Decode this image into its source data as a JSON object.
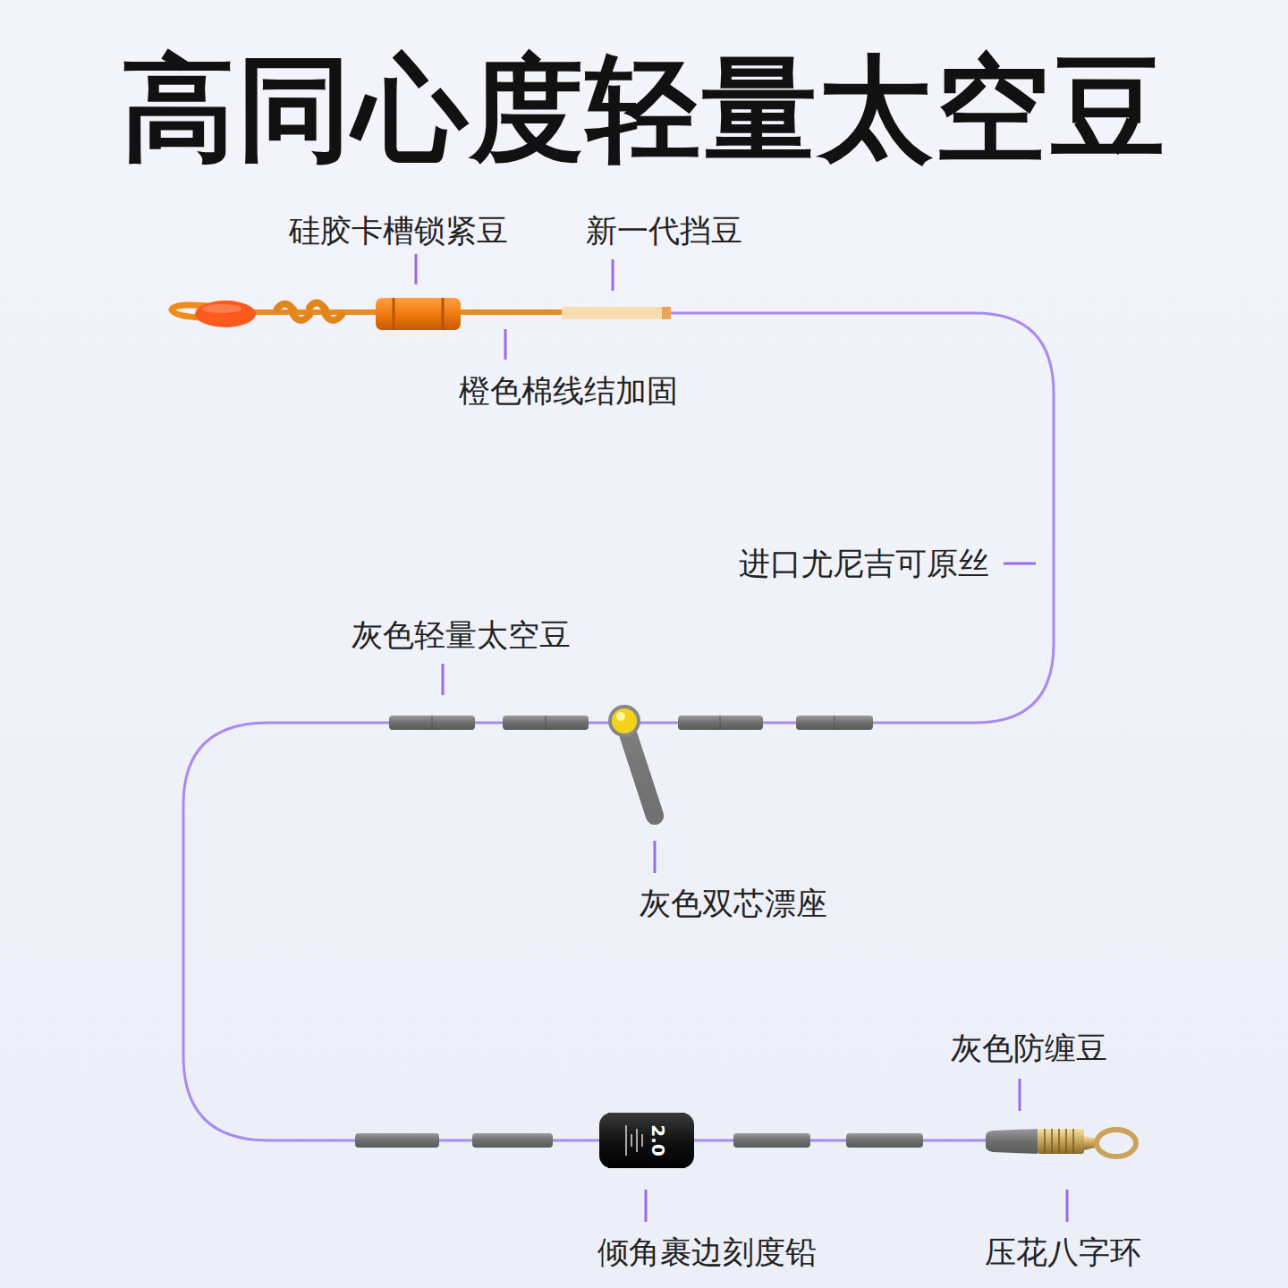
{
  "diagram": {
    "title": "高同心度轻量太空豆",
    "labels": [
      "硅胶卡槽锁紧豆",
      "新一代挡豆",
      "橙色棉线结加固",
      "进口尤尼吉可原丝",
      "灰色轻量太空豆",
      "灰色双芯漂座",
      "2.0",
      "灰色防缠豆",
      "倾角裹边刻度铅",
      "压花八字环"
    ]
  }
}
